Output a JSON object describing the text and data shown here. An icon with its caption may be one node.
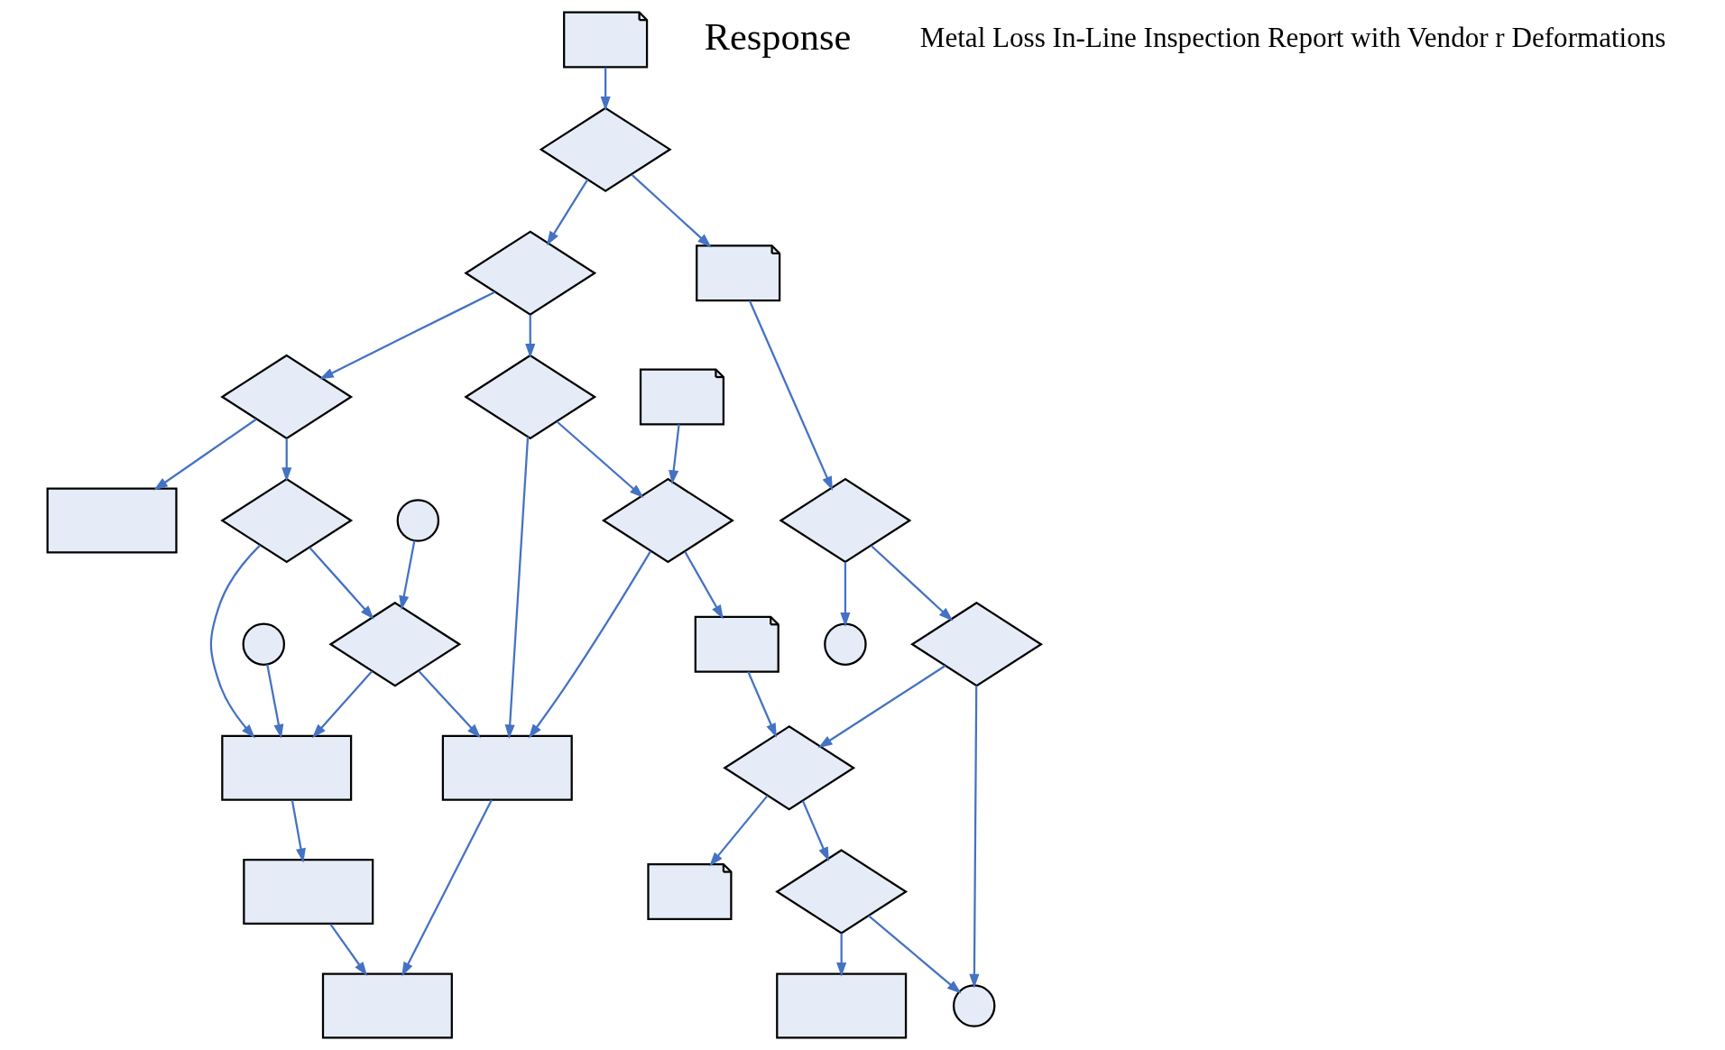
{
  "diagram": {
    "nodes": [
      {
        "text": [],
        "shape": "document"
      },
      {
        "text": [],
        "shape": "diamond"
      },
      {
        "text": [],
        "shape": "diamond"
      },
      {
        "text": [],
        "shape": "box"
      },
      {
        "text": [],
        "shape": "box"
      },
      {
        "text": [],
        "shape": "circle"
      },
      {
        "text": [],
        "shape": "diamond"
      },
      {
        "text": [],
        "shape": "diamond"
      },
      {
        "text": [],
        "shape": "diamond"
      },
      {
        "text": [],
        "shape": "circle"
      },
      {
        "text": [],
        "shape": "document"
      },
      {
        "text": [],
        "shape": "document"
      },
      {
        "text": [],
        "shape": "box"
      },
      {
        "text": [],
        "shape": "diamond"
      },
      {
        "text": [],
        "shape": "box"
      },
      {
        "text": [],
        "shape": "diamond"
      },
      {
        "text": [],
        "shape": "document"
      },
      {
        "text": [],
        "shape": "diamond"
      },
      {
        "text": [],
        "shape": "diamond"
      },
      {
        "text": [],
        "shape": "box"
      },
      {
        "text": [],
        "shape": "circle"
      },
      {
        "text": [],
        "shape": "circle"
      },
      {
        "text": [],
        "shape": "box"
      },
      {
        "text": [],
        "shape": "diamond"
      },
      {
        "text": [],
        "shape": "diamond"
      },
      {
        "text": [],
        "shape": "document"
      }
    ],
    "edges": [
      {
        "from": 0,
        "to": 6,
        "arrow": "to"
      },
      {
        "from": 6,
        "to": 7,
        "arrow": "to"
      },
      {
        "from": 6,
        "to": 10,
        "arrow": "to"
      },
      {
        "from": 7,
        "to": 1,
        "arrow": "to"
      },
      {
        "from": 1,
        "to": 3,
        "arrow": "to"
      },
      {
        "from": 1,
        "to": 2,
        "arrow": "to"
      },
      {
        "from": 2,
        "to": 8,
        "arrow": "to"
      },
      {
        "from": 2,
        "to": 4,
        "arrow": "to"
      },
      {
        "from": 5,
        "to": 4,
        "arrow": "to"
      },
      {
        "from": 8,
        "to": 4,
        "arrow": "to"
      },
      {
        "from": 9,
        "to": 8,
        "arrow": "to"
      },
      {
        "from": 7,
        "to": 13,
        "arrow": "to"
      },
      {
        "from": 10,
        "to": 17,
        "arrow": "to"
      },
      {
        "from": 11,
        "to": 15,
        "arrow": "to"
      },
      {
        "from": 13,
        "to": 14,
        "arrow": "to"
      },
      {
        "from": 8,
        "to": 14,
        "arrow": "to"
      },
      {
        "from": 15,
        "to": 14,
        "arrow": "to"
      },
      {
        "from": 13,
        "to": 15,
        "arrow": "to"
      },
      {
        "from": 15,
        "to": 16,
        "arrow": "to"
      },
      {
        "from": 4,
        "to": 12,
        "arrow": "to"
      },
      {
        "from": 12,
        "to": 19,
        "arrow": "to"
      },
      {
        "from": 14,
        "to": 19,
        "arrow": "to"
      },
      {
        "from": 17,
        "to": 18,
        "arrow": "to"
      },
      {
        "from": 17,
        "to": 20,
        "arrow": "to"
      },
      {
        "from": 18,
        "to": 21,
        "arrow": "to"
      },
      {
        "from": 18,
        "to": 24,
        "arrow": "to"
      },
      {
        "from": 16,
        "to": 24,
        "arrow": "to"
      },
      {
        "from": 24,
        "to": 23,
        "arrow": "to"
      },
      {
        "from": 23,
        "to": 22,
        "arrow": "to"
      },
      {
        "from": 23,
        "to": 21,
        "arrow": "to"
      },
      {
        "from": 24,
        "to": 25,
        "arrow": "to"
      }
    ],
    "labels": [
      "Response",
      "Metal Loss In-Line Inspection Report with Vendor r Deformations"
    ]
  }
}
